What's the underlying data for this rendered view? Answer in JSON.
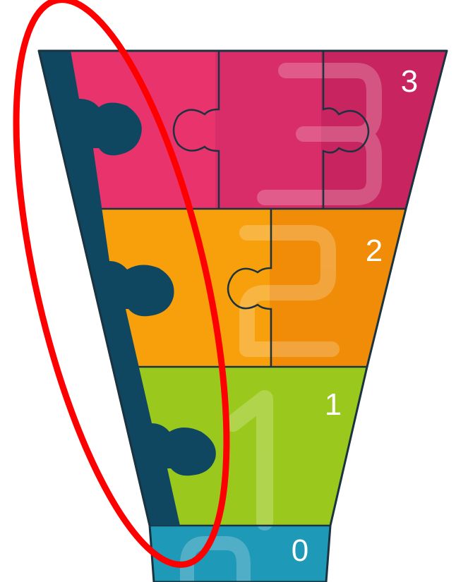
{
  "diagram": {
    "levels": [
      {
        "label": "3",
        "color": "#e8336d",
        "color_mid": "#d92d6a",
        "color_dark": "#c8245f"
      },
      {
        "label": "2",
        "color": "#f7a00c",
        "color_dark": "#f08c07"
      },
      {
        "label": "1",
        "color": "#9bc81c",
        "color_dark": "#8dbb16"
      },
      {
        "label": "0",
        "color": "#1f99b8"
      }
    ],
    "spine_color": "#0f4760",
    "outline_color": "#1a3340",
    "highlight_color": "#ff0000",
    "watermark_color": "#ffffff"
  }
}
